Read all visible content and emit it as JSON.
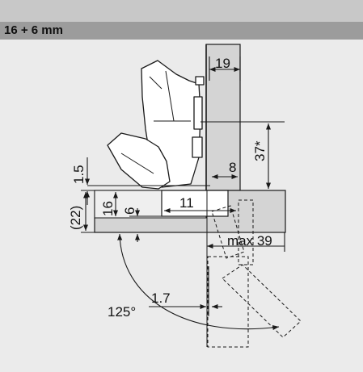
{
  "page": {
    "title": "16 + 6 mm"
  },
  "colors": {
    "background": "#ebebeb",
    "header": "#9c9c9c",
    "topbar": "#c8c8c8",
    "panel": "#d4d4d4",
    "panel_light": "#efefef",
    "line": "#1a1a1a"
  },
  "dimensions": {
    "d19": "19",
    "d37": "37*",
    "d8": "8",
    "d15": "1.5",
    "d22": "(22)",
    "d16": "16",
    "d6": "6",
    "d11": "11",
    "dmax39": "max 39",
    "d17": "1.7",
    "angle": "125°"
  }
}
